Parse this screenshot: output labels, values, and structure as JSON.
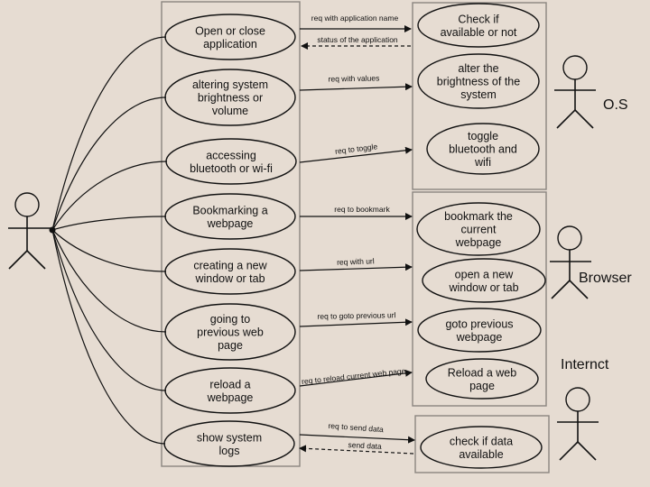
{
  "left_use_cases": [
    [
      "Open or close",
      "application"
    ],
    [
      "altering system",
      "brightness or",
      "volume"
    ],
    [
      "accessing",
      "bluetooth or wi-fi"
    ],
    [
      "Bookmarking a",
      "webpage"
    ],
    [
      "creating a new",
      "window or tab"
    ],
    [
      "going to",
      "previous web",
      "page"
    ],
    [
      "reload a",
      "webpage"
    ],
    [
      "show system",
      "logs"
    ]
  ],
  "right_use_cases": [
    [
      "Check if",
      "available or not"
    ],
    [
      "alter the",
      "brightness of the",
      "system"
    ],
    [
      "toggle",
      "bluetooth and",
      "wifi"
    ],
    [
      "bookmark the",
      "current",
      "webpage"
    ],
    [
      "open a new",
      "window or tab"
    ],
    [
      "goto previous",
      "webpage"
    ],
    [
      "Reload a web",
      "page"
    ],
    [
      "check if data",
      "available"
    ]
  ],
  "messages": [
    "req with application name",
    "status of the application",
    "req with values",
    "req to toggle",
    "req to bookmark",
    "req with url",
    "req to goto previous url",
    "req to reload current web page",
    "req to send data",
    "send data"
  ],
  "actors": {
    "os": "O.S",
    "browser": "Browser",
    "internet": "Internct"
  }
}
